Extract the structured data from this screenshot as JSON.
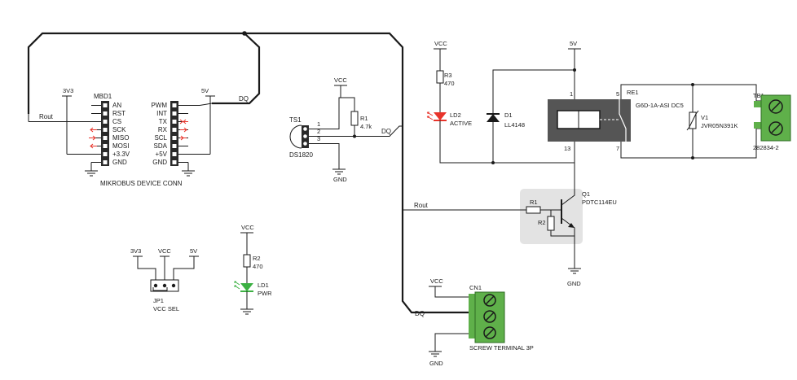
{
  "mikrobus": {
    "ref": "MBD1",
    "caption": "MIKROBUS DEVICE CONN",
    "left_pins": [
      "AN",
      "RST",
      "CS",
      "SCK",
      "MISO",
      "MOSI",
      "+3.3V",
      "GND"
    ],
    "right_pins": [
      "PWM",
      "INT",
      "TX",
      "RX",
      "SCL",
      "SDA",
      "+5V",
      "GND"
    ],
    "net_3v3": "3V3",
    "net_5v": "5V",
    "net_rout": "Rout",
    "net_dq": "DQ"
  },
  "ts1": {
    "ref": "TS1",
    "part": "DS1820",
    "pins": [
      "1",
      "2",
      "3"
    ],
    "net_dq": "DQ",
    "net_gnd": "GND"
  },
  "r1_pullup": {
    "ref": "R1",
    "value": "4.7k",
    "net": "VCC"
  },
  "jp1": {
    "ref": "JP1",
    "caption": "VCC SEL",
    "net_3v3": "3V3",
    "net_vcc": "VCC",
    "net_5v": "5V"
  },
  "pwr_led": {
    "net": "VCC",
    "r_ref": "R2",
    "r_value": "470",
    "led_ref": "LD1",
    "led_label": "PWR"
  },
  "active_led": {
    "net": "VCC",
    "r_ref": "R3",
    "r_value": "470",
    "led_ref": "LD2",
    "led_label": "ACTIVE"
  },
  "diode": {
    "ref": "D1",
    "part": "LL4148"
  },
  "relay": {
    "ref": "RE1",
    "part": "G6D-1A-ASI DC5",
    "net": "5V",
    "pins": [
      "1",
      "5",
      "13",
      "7"
    ]
  },
  "varistor": {
    "ref": "V1",
    "part": "JVR05N391K"
  },
  "tb1": {
    "ref": "TB1",
    "part": "282834-2"
  },
  "q1": {
    "ref": "Q1",
    "part": "PDTC114EU",
    "r1": "R1",
    "r2": "R2",
    "net_rout": "Rout",
    "net_gnd": "GND"
  },
  "cn1": {
    "ref": "CN1",
    "caption": "SCREW TERMINAL 3P",
    "net_vcc": "VCC",
    "net_dq": "DQ",
    "net_gnd": "GND"
  },
  "colors": {
    "wire": "#1a1a1a",
    "terminal_green": "#5fb04a",
    "led_red": "#e8332a",
    "led_green": "#3cb043",
    "relay_body": "#555555",
    "transistor_bg": "#e3e3e3"
  }
}
